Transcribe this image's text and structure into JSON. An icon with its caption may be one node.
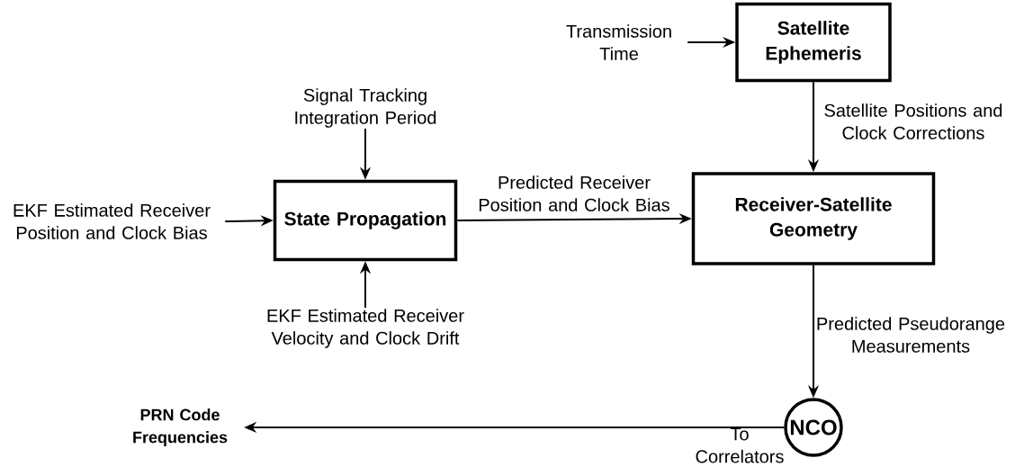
{
  "diagram": {
    "nodes": [
      {
        "text": [
          "Transmission Time"
        ]
      },
      {
        "text": [
          "Satellite Ephemeris"
        ]
      },
      {
        "text": [
          "Signal Tracking Integration Period"
        ]
      },
      {
        "text": [
          "EKF Estimated Receiver Position and Clock Bias"
        ]
      },
      {
        "text": [
          "State Propagation"
        ]
      },
      {
        "text": [
          "EKF Estimated Receiver Velocity and Clock Drift"
        ]
      },
      {
        "text": [
          "Receiver-Satellite Geometry"
        ]
      },
      {
        "text": [
          "NCO"
        ]
      },
      {
        "text": [
          "PRN Code Frequencies"
        ]
      }
    ],
    "edges": [
      {
        "from": 0,
        "to": 1,
        "arrow": "to"
      },
      {
        "from": 1,
        "to": 6,
        "arrow": "to",
        "label": "Satellite Positions and Clock Corrections"
      },
      {
        "from": 2,
        "to": 4,
        "arrow": "to"
      },
      {
        "from": 3,
        "to": 4,
        "arrow": "to"
      },
      {
        "from": 5,
        "to": 4,
        "arrow": "to"
      },
      {
        "from": 4,
        "to": 6,
        "arrow": "to",
        "label": "Predicted Receiver Position and Clock Bias"
      },
      {
        "from": 6,
        "to": 7,
        "arrow": "to",
        "label": "Predicted Pseudorange Measurements"
      },
      {
        "from": 7,
        "to": 8,
        "arrow": "to",
        "label": "To Correlators"
      }
    ]
  }
}
